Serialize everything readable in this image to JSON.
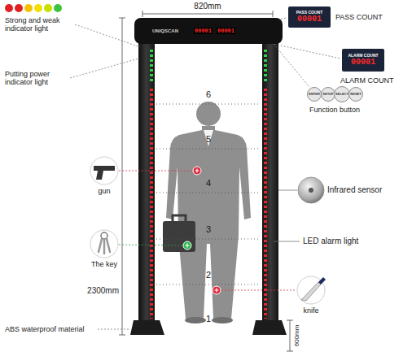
{
  "diagram": {
    "nodes": [
      {
        "text": [
          "UNIQSCAN"
        ]
      },
      {
        "text": [
          "PASS COUNT",
          "00001"
        ]
      },
      {
        "text": [
          "ALARM COUNT",
          "00001"
        ]
      },
      {
        "text": [
          "ENTER"
        ]
      },
      {
        "text": [
          "SETUP"
        ]
      },
      {
        "text": [
          "SELECT"
        ]
      },
      {
        "text": [
          "RESET"
        ]
      }
    ],
    "labels": [
      "Strong and weak indicator light",
      "820mm",
      "00001",
      "00001",
      "PASS COUNT",
      "ALARM COUNT",
      "Putting power indicator light",
      "Function button",
      "6",
      "5",
      "gun",
      "4",
      "Infrared sensor",
      "3",
      "The key",
      "LED alarm light",
      "2",
      "knife",
      "2300mm",
      "1",
      "ABS waterproof material",
      "600mm"
    ]
  }
}
